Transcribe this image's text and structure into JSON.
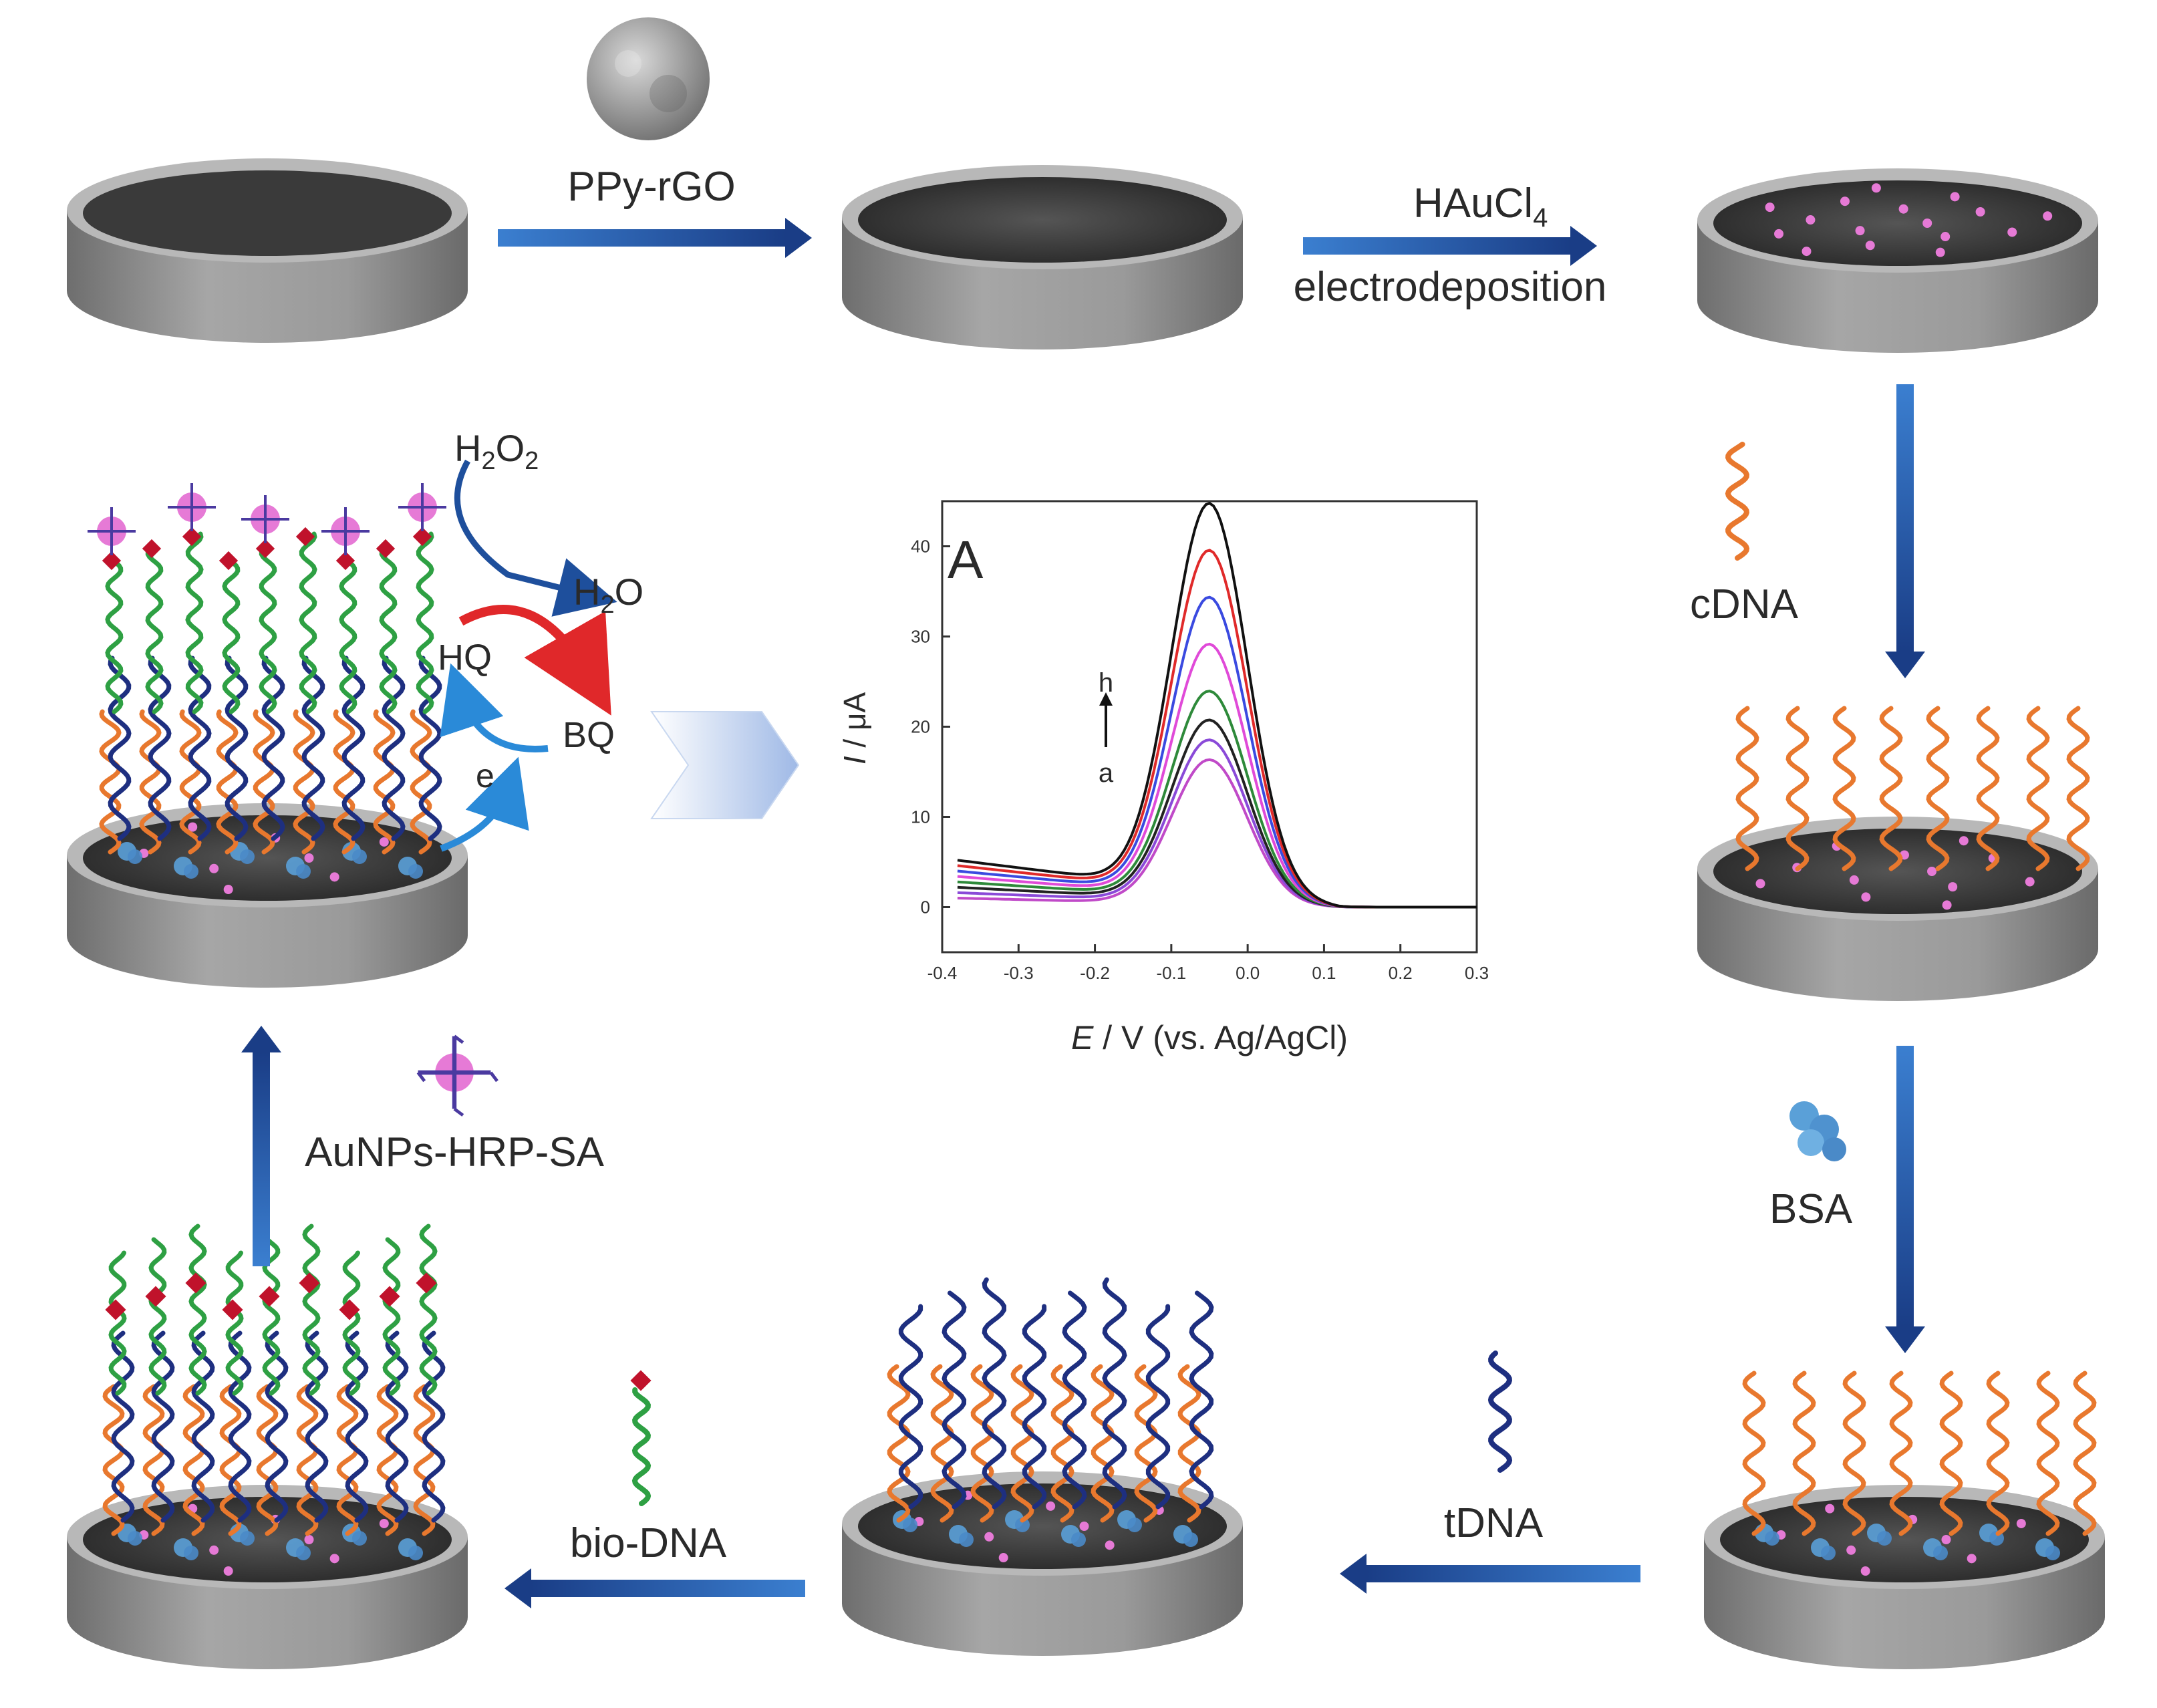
{
  "labels": {
    "ppy_rgo": "PPy-rGO",
    "haucl4": "HAuCl",
    "haucl4_sub": "4",
    "electrodeposition": "electrodeposition",
    "cdna": "cDNA",
    "bsa": "BSA",
    "tdna": "tDNA",
    "bio_dna": "bio-DNA",
    "aunps_hrp_sa": "AuNPs-HRP-SA",
    "h2o2_a": "H",
    "h2o2_b": "2",
    "h2o2_c": "O",
    "h2o2_d": "2",
    "h2o_a": "H",
    "h2o_b": "2",
    "h2o_c": "O",
    "hq": "HQ",
    "bq": "BQ",
    "electron": "e"
  },
  "colors": {
    "electrode_body": "#8c8c8c",
    "electrode_top": "#b4b4b4",
    "electrode_surface": "#3a3a3a",
    "arrow_blue": "#1f4f9c",
    "cdna_orange": "#e8782e",
    "tdna_navy": "#1e2f80",
    "bio_green": "#2ea043",
    "biotin_red": "#c0122b",
    "aunp_pink": "#e67ad6",
    "bsa_blue": "#5aa0d8"
  },
  "chart_data": {
    "type": "line",
    "panel_label": "A",
    "xlabel_italic": "E",
    "xlabel_rest": " / V (vs. Ag/AgCl)",
    "ylabel_italic": "I",
    "ylabel_rest": " / μA",
    "xlim": [
      -0.4,
      0.3
    ],
    "ylim": [
      -5,
      45
    ],
    "xticks": [
      -0.4,
      -0.3,
      -0.2,
      -0.1,
      0.0,
      0.1,
      0.2,
      0.3
    ],
    "xtick_labels": [
      "-0.4",
      "-0.3",
      "-0.2",
      "-0.1",
      "0.0",
      "0.1",
      "0.2",
      "0.3"
    ],
    "yticks": [
      0,
      10,
      20,
      30,
      40
    ],
    "ytick_labels": [
      "0",
      "10",
      "20",
      "30",
      "40"
    ],
    "curve_start_label": "a",
    "curve_end_label": "h",
    "peak_x": -0.05,
    "series": [
      {
        "color": "#c04ac8",
        "peak": 16,
        "base_left": 1.0
      },
      {
        "color": "#8a4ad8",
        "peak": 18,
        "base_left": 1.6
      },
      {
        "color": "#222222",
        "peak": 20,
        "base_left": 2.2
      },
      {
        "color": "#2e8a3a",
        "peak": 23,
        "base_left": 2.8
      },
      {
        "color": "#e04ad8",
        "peak": 28,
        "base_left": 3.4
      },
      {
        "color": "#3a4ae0",
        "peak": 33,
        "base_left": 4.0
      },
      {
        "color": "#e02a2a",
        "peak": 38,
        "base_left": 4.6
      },
      {
        "color": "#111111",
        "peak": 43,
        "base_left": 5.2
      }
    ]
  }
}
